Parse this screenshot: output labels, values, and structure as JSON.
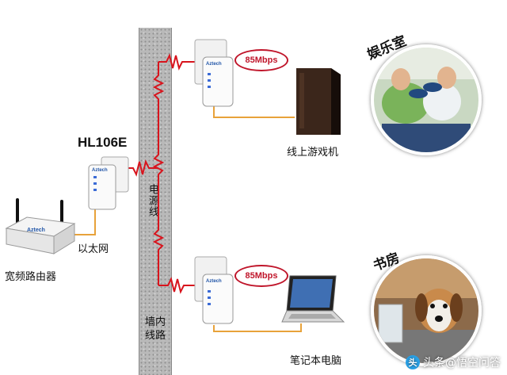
{
  "labels": {
    "model": "HL106E",
    "router": "宽频路由器",
    "ethernet": "以太网",
    "power_line": "电源线",
    "wall_line": "墙内\n线路",
    "game_console": "线上游戏机",
    "laptop": "笔记本电脑"
  },
  "speed_top": "85Mbps",
  "speed_bottom": "85Mbps",
  "device_brand": "Aztech",
  "rooms": {
    "entertainment": "娱乐室",
    "study": "书房"
  },
  "watermark": "头条@悟空问答",
  "colors": {
    "power_wire": "#d8141d",
    "ethernet_wire": "#e8a23a",
    "badge": "#c0162b"
  }
}
